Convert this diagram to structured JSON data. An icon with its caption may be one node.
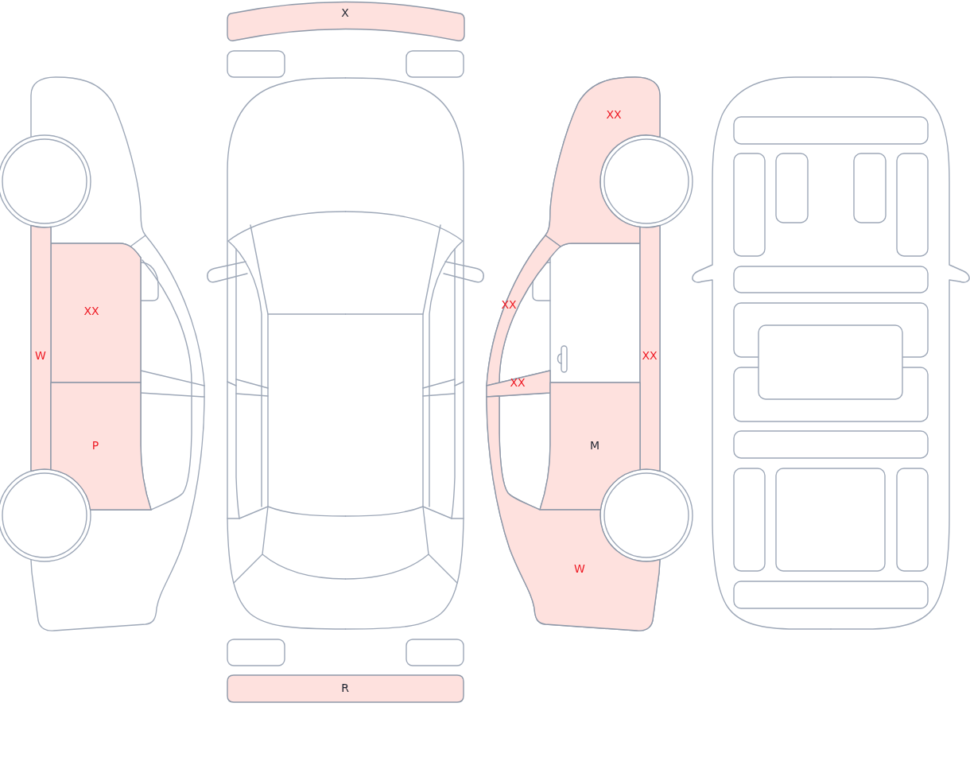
{
  "diagram": {
    "nodes": [
      {
        "text": [
          "XX"
        ]
      },
      {
        "text": [
          "W"
        ]
      },
      {
        "text": [
          "P"
        ]
      },
      {
        "text": [
          "X"
        ]
      },
      {
        "text": [
          "R"
        ]
      },
      {
        "text": [
          "XX"
        ]
      },
      {
        "text": [
          "XX"
        ]
      },
      {
        "text": [
          "XX"
        ]
      },
      {
        "text": [
          "XX"
        ]
      },
      {
        "text": [
          "M"
        ]
      },
      {
        "text": [
          "W"
        ]
      }
    ]
  }
}
